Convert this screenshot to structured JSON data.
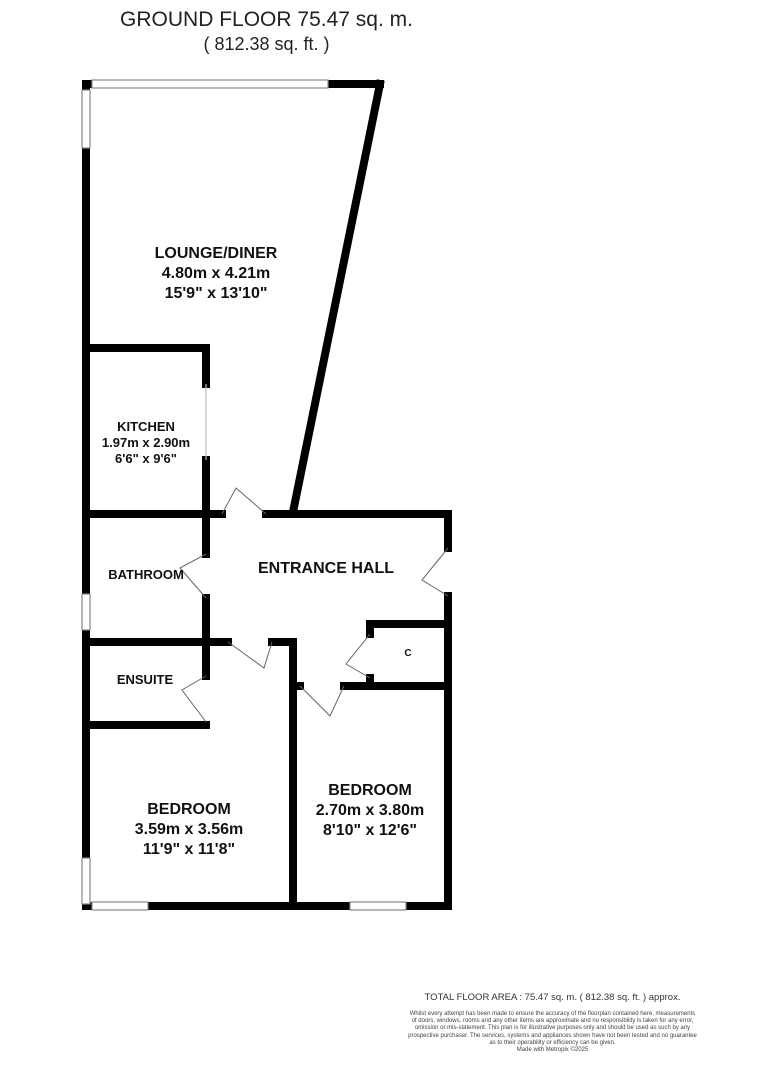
{
  "header": {
    "title": "GROUND FLOOR 75.47 sq. m.",
    "subtitle": "( 812.38 sq. ft. )"
  },
  "rooms": {
    "lounge": {
      "name": "LOUNGE/DINER",
      "metric": "4.80m x 4.21m",
      "imperial": "15'9\" x 13'10\""
    },
    "kitchen": {
      "name": "KITCHEN",
      "metric": "1.97m x 2.90m",
      "imperial": "6'6\" x 9'6\""
    },
    "bathroom": {
      "name": "BATHROOM"
    },
    "entrance": {
      "name": "ENTRANCE HALL"
    },
    "cupboard": {
      "name": "C"
    },
    "ensuite": {
      "name": "ENSUITE"
    },
    "bedroom1": {
      "name": "BEDROOM",
      "metric": "3.59m x 3.56m",
      "imperial": "11'9\" x 11'8\""
    },
    "bedroom2": {
      "name": "BEDROOM",
      "metric": "2.70m x 3.80m",
      "imperial": "8'10\" x 12'6\""
    }
  },
  "footer": {
    "total": "TOTAL FLOOR AREA : 75.47 sq. m. ( 812.38 sq. ft. ) approx.",
    "disclaimer_1": "Whilst every attempt has been made to ensure the accuracy of the floorplan contained here, measurements",
    "disclaimer_2": "of doors, windows, rooms and any other items are approximate and no responsibility is taken for any error,",
    "disclaimer_3": "omission or mis-statement. This plan is for illustrative purposes only and should be used as such by any",
    "disclaimer_4": "prospective purchaser. The services, systems and appliances shown have not been tested and no guarantee",
    "disclaimer_5": "as to their operability or efficiency can be given.",
    "made_with": "Made with Metropix ©2025"
  }
}
